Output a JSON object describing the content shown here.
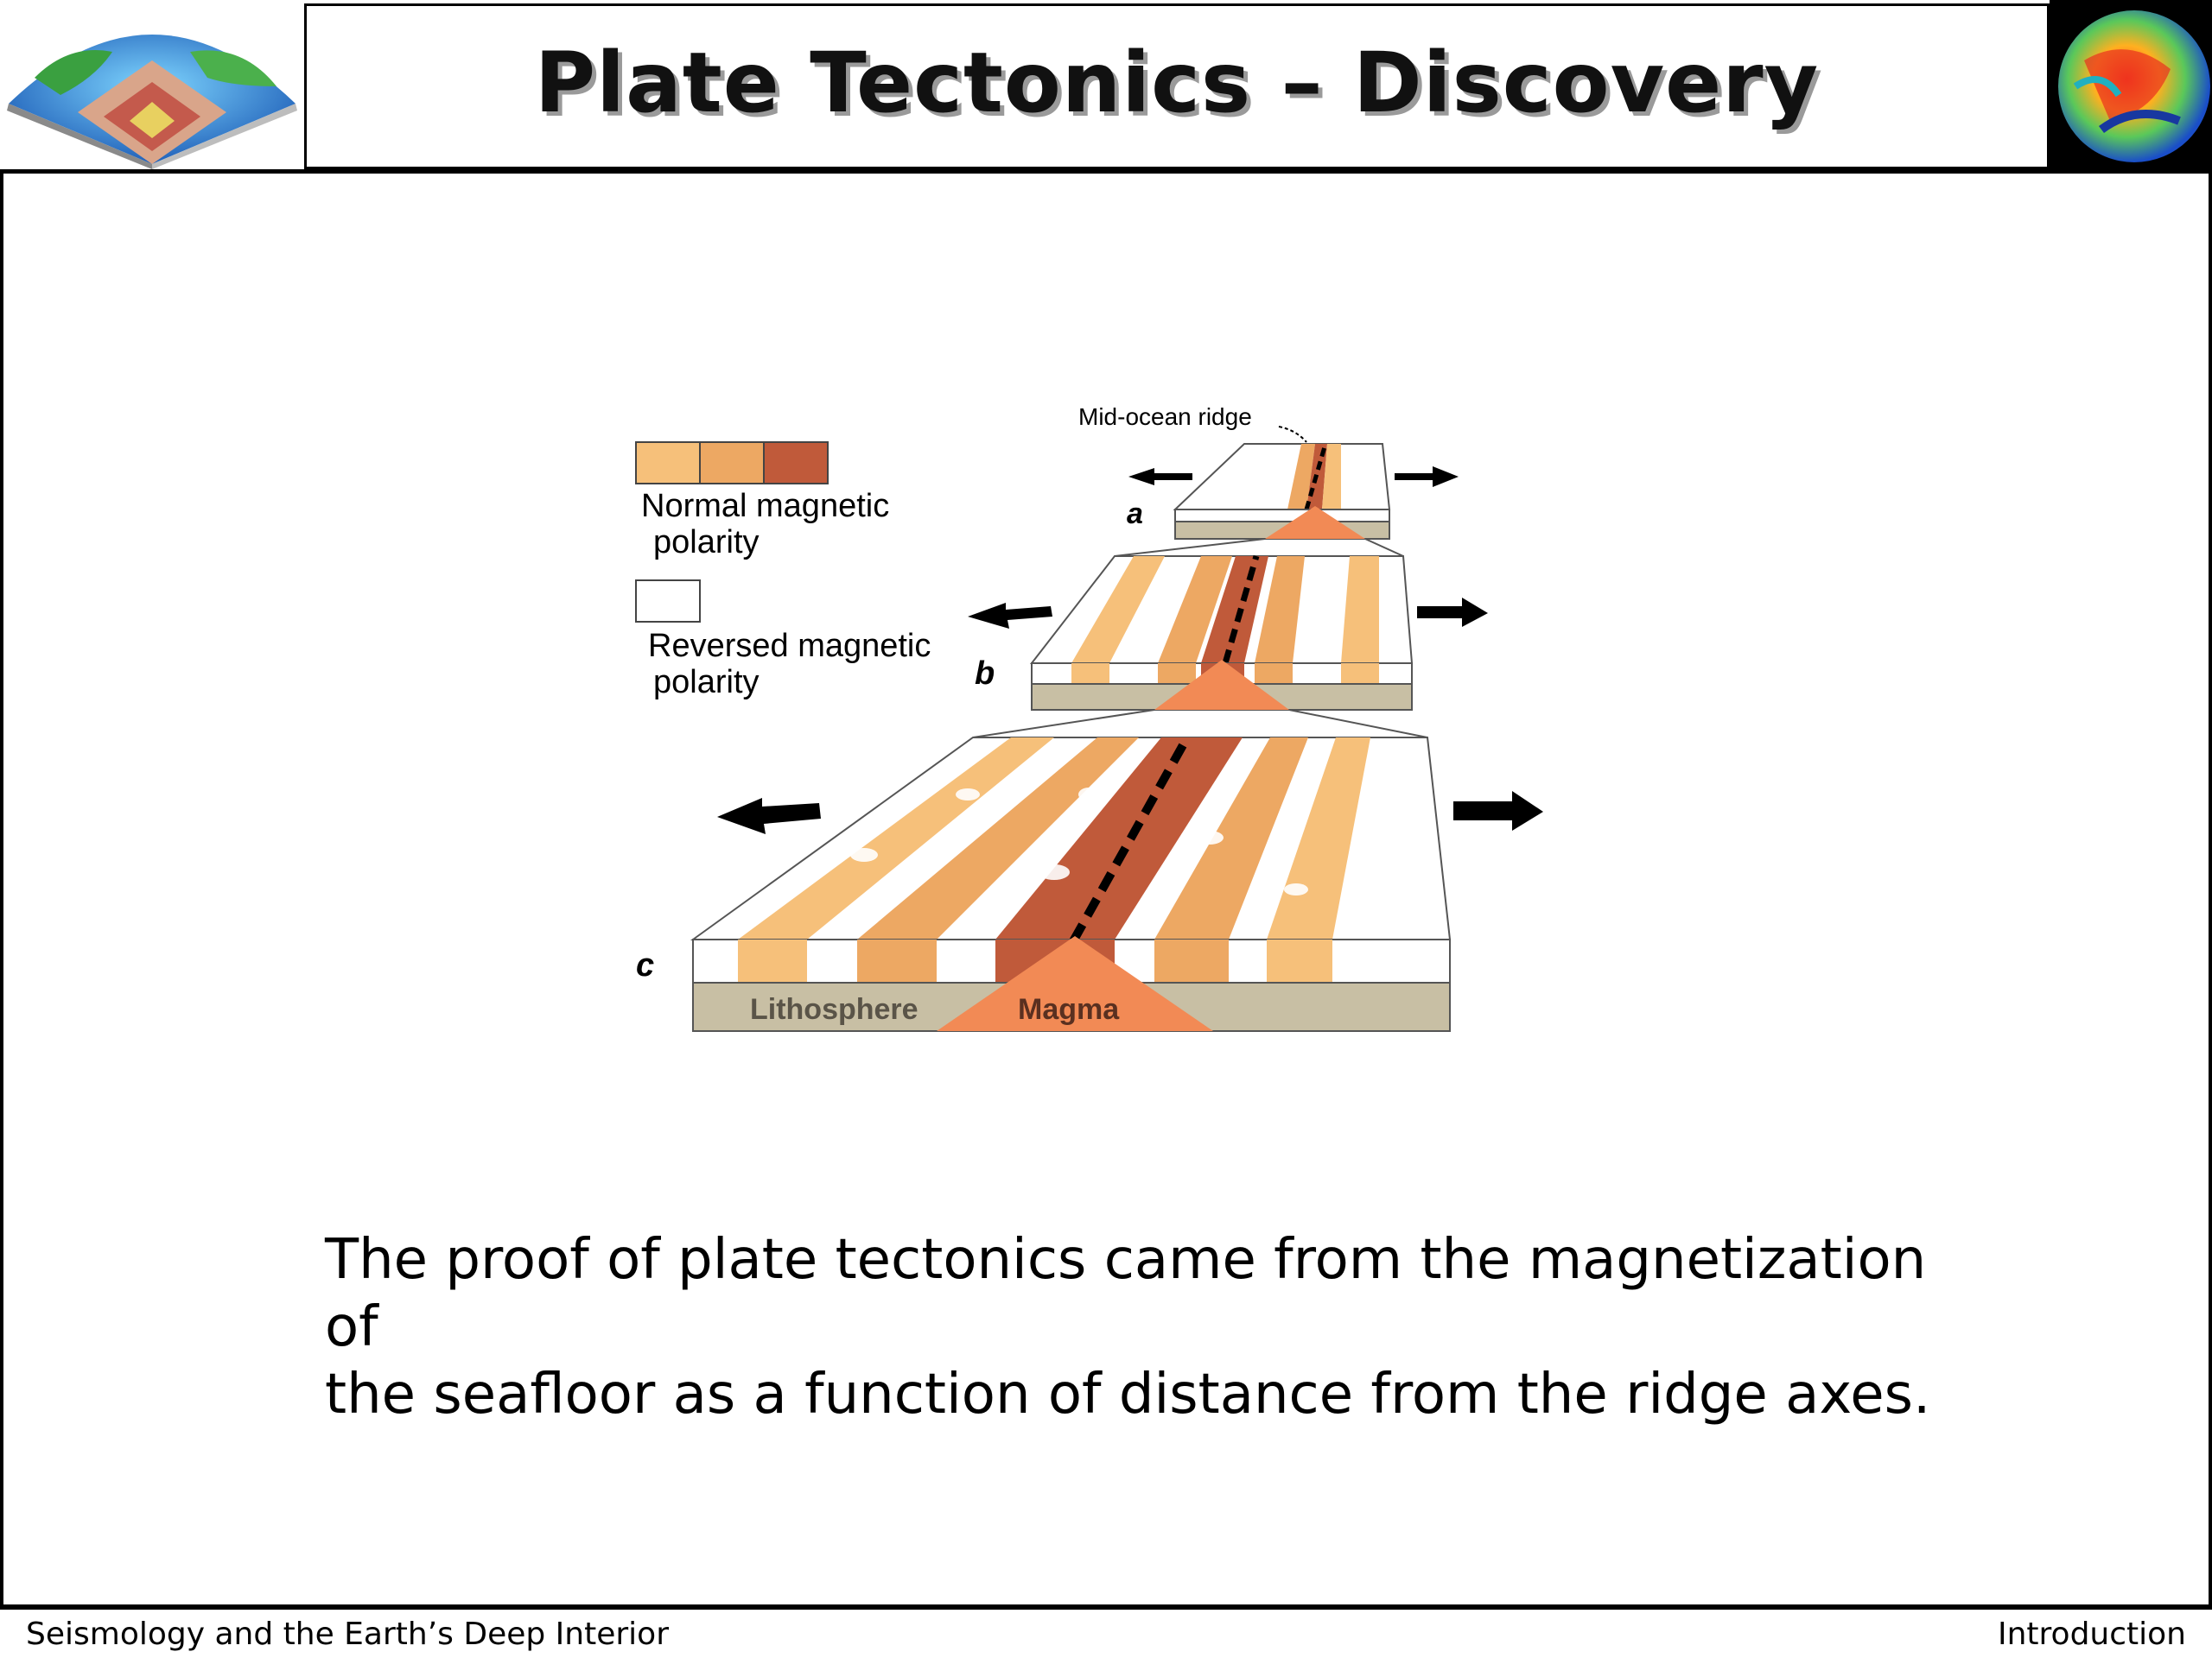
{
  "header": {
    "title": "Plate Tectonics – Discovery",
    "logo_left": "earth-cutaway-logo",
    "logo_right": "tomography-globe-logo"
  },
  "diagram": {
    "ridge_label": "Mid-ocean ridge",
    "legend": {
      "normal_line1": "Normal magnetic",
      "normal_line2": "polarity",
      "reversed_line1": "Reversed magnetic",
      "reversed_line2": "polarity"
    },
    "panels": [
      "a",
      "b",
      "c"
    ],
    "lithosphere_label": "Lithosphere",
    "magma_label": "Magma",
    "colors": {
      "light_orange": "#f6c07a",
      "orange": "#eda863",
      "dark_red": "#c05a3a",
      "lithosphere": "#c8bfa4",
      "magma": "#f28a55"
    }
  },
  "caption": {
    "line1": "The proof of plate tectonics came from the magnetization of",
    "line2": "the seafloor as a function of distance from the ridge axes."
  },
  "footer": {
    "left": "Seismology and the Earth’s Deep Interior",
    "right": "Introduction"
  }
}
